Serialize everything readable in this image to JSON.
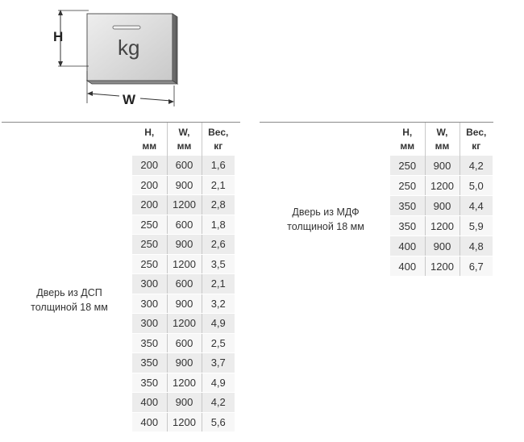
{
  "figure": {
    "height_label": "H",
    "width_label": "W",
    "unit_label": "kg"
  },
  "tables": [
    {
      "group_label_line1": "Дверь из ДСП",
      "group_label_line2": "толщиной 18 мм",
      "headers": [
        {
          "line1": "H,",
          "line2": "мм"
        },
        {
          "line1": "W,",
          "line2": "мм"
        },
        {
          "line1": "Вес,",
          "line2": "кг"
        }
      ],
      "rows": [
        [
          "200",
          "600",
          "1,6"
        ],
        [
          "200",
          "900",
          "2,1"
        ],
        [
          "200",
          "1200",
          "2,8"
        ],
        [
          "250",
          "600",
          "1,8"
        ],
        [
          "250",
          "900",
          "2,6"
        ],
        [
          "250",
          "1200",
          "3,5"
        ],
        [
          "300",
          "600",
          "2,1"
        ],
        [
          "300",
          "900",
          "3,2"
        ],
        [
          "300",
          "1200",
          "4,9"
        ],
        [
          "350",
          "600",
          "2,5"
        ],
        [
          "350",
          "900",
          "3,7"
        ],
        [
          "350",
          "1200",
          "4,9"
        ],
        [
          "400",
          "900",
          "4,2"
        ],
        [
          "400",
          "1200",
          "5,6"
        ]
      ]
    },
    {
      "group_label_line1": "Дверь из МДФ",
      "group_label_line2": "толщиной 18 мм",
      "headers": [
        {
          "line1": "H,",
          "line2": "мм"
        },
        {
          "line1": "W,",
          "line2": "мм"
        },
        {
          "line1": "Вес,",
          "line2": "кг"
        }
      ],
      "rows": [
        [
          "250",
          "900",
          "4,2"
        ],
        [
          "250",
          "1200",
          "5,0"
        ],
        [
          "350",
          "900",
          "4,4"
        ],
        [
          "350",
          "1200",
          "5,9"
        ],
        [
          "400",
          "900",
          "4,8"
        ],
        [
          "400",
          "1200",
          "6,7"
        ]
      ]
    }
  ]
}
